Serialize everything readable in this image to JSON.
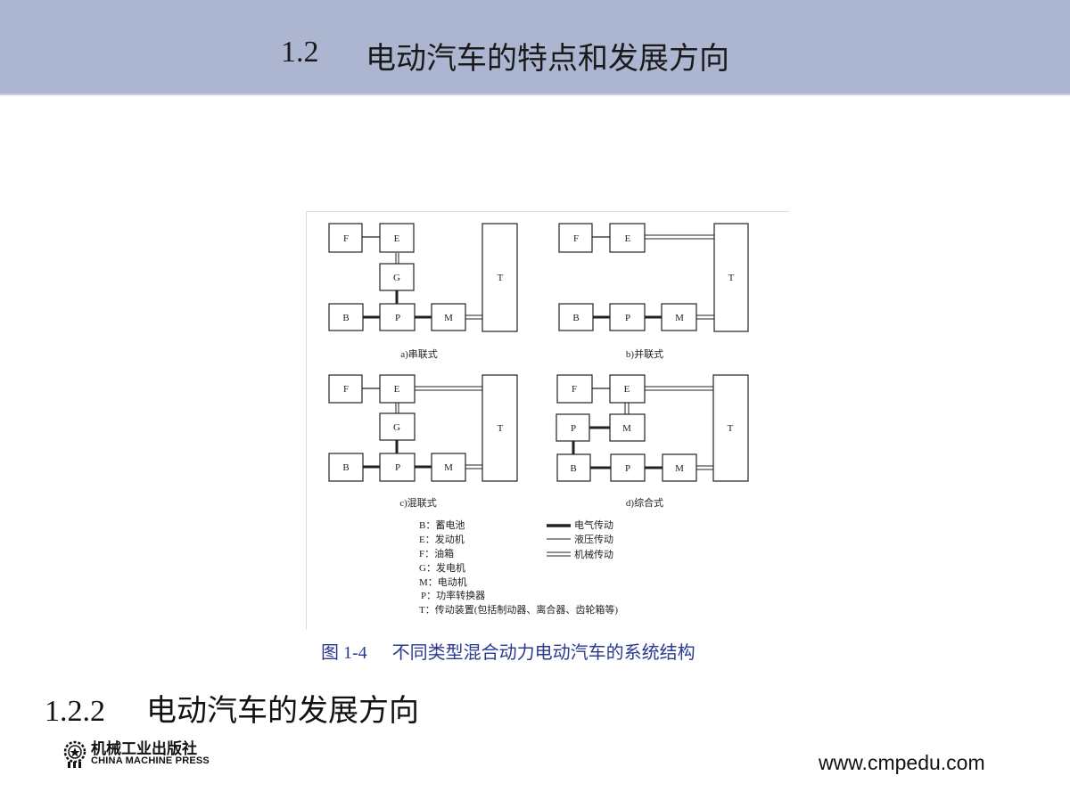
{
  "header": {
    "number": "1.2",
    "title": "电动汽车的特点和发展方向"
  },
  "figure": {
    "diagrams": [
      {
        "label": "a)串联式"
      },
      {
        "label": "b)并联式"
      },
      {
        "label": "c)混联式"
      },
      {
        "label": "d)综合式"
      }
    ],
    "box_labels": {
      "F": "F",
      "E": "E",
      "G": "G",
      "B": "B",
      "P": "P",
      "M": "M",
      "T": "T"
    },
    "legend_components": [
      "B：蓄电池",
      "E：发动机",
      "F：油箱",
      "G：发电机",
      "M：电动机",
      "P：功率转换器",
      "T：传动装置(包括制动器、离合器、齿轮箱等)"
    ],
    "legend_lines": [
      "电气传动",
      "液压传动",
      "机械传动"
    ]
  },
  "caption": {
    "number": "图 1-4",
    "text": "不同类型混合动力电动汽车的系统结构"
  },
  "section": {
    "number": "1.2.2",
    "title": "电动汽车的发展方向"
  },
  "footer": {
    "logo_cn": "机械工业出版社",
    "logo_en": "CHINA MACHINE PRESS",
    "url": "www.cmpedu.com"
  }
}
